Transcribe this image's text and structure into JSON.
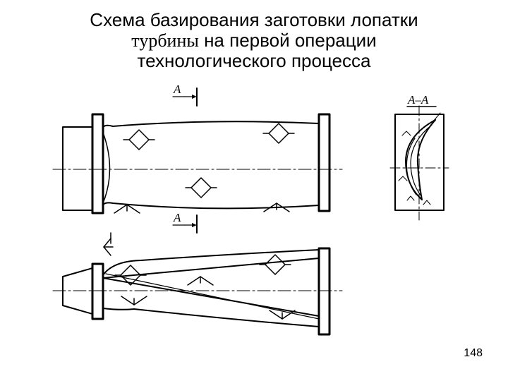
{
  "title": {
    "line1": "Схема базирования заготовки лопатки",
    "line2a": "турбины",
    "line2b": " на первой операции",
    "line3": "технологического процесса"
  },
  "section_marks": {
    "top": "А",
    "bottom": "А",
    "section_view": "А–А"
  },
  "page_number": "148",
  "colors": {
    "ink": "#000000",
    "background": "#ffffff"
  }
}
